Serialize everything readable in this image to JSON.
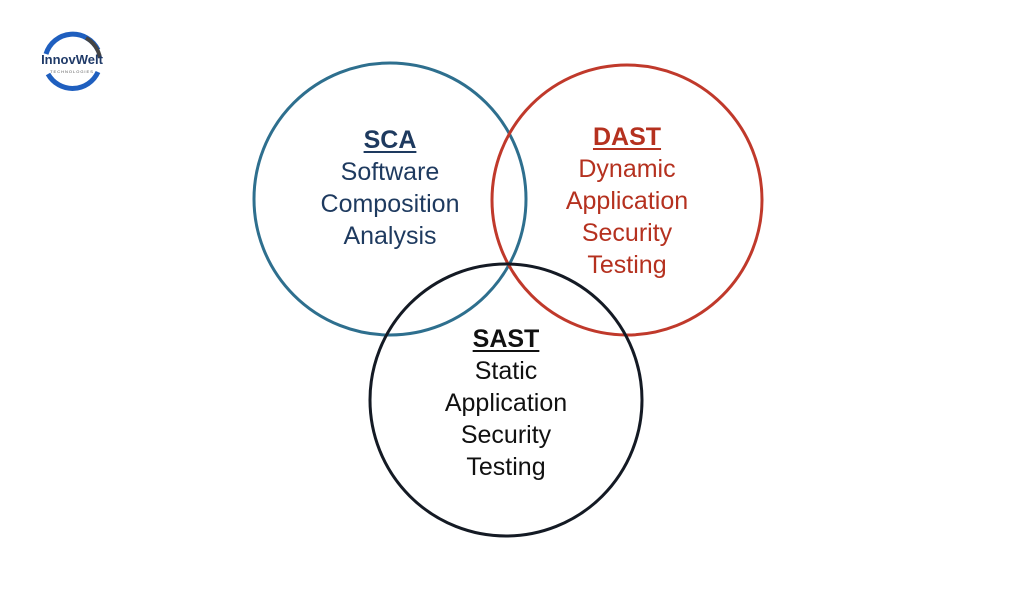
{
  "logo": {
    "name": "InnovWelt",
    "subtitle": "TECHNOLOGIES"
  },
  "circles": [
    {
      "id": "sca",
      "title": "SCA",
      "lines": [
        "Software",
        "Composition",
        "Analysis"
      ],
      "color": "#2e6f8e",
      "text_color": "#1e3a5f"
    },
    {
      "id": "dast",
      "title": "DAST",
      "lines": [
        "Dynamic",
        "Application",
        "Security",
        "Testing"
      ],
      "color": "#c0392b",
      "text_color": "#b5311f"
    },
    {
      "id": "sast",
      "title": "SAST",
      "lines": [
        "Static",
        "Application",
        "Security",
        "Testing"
      ],
      "color": "#141a24",
      "text_color": "#111111"
    }
  ]
}
